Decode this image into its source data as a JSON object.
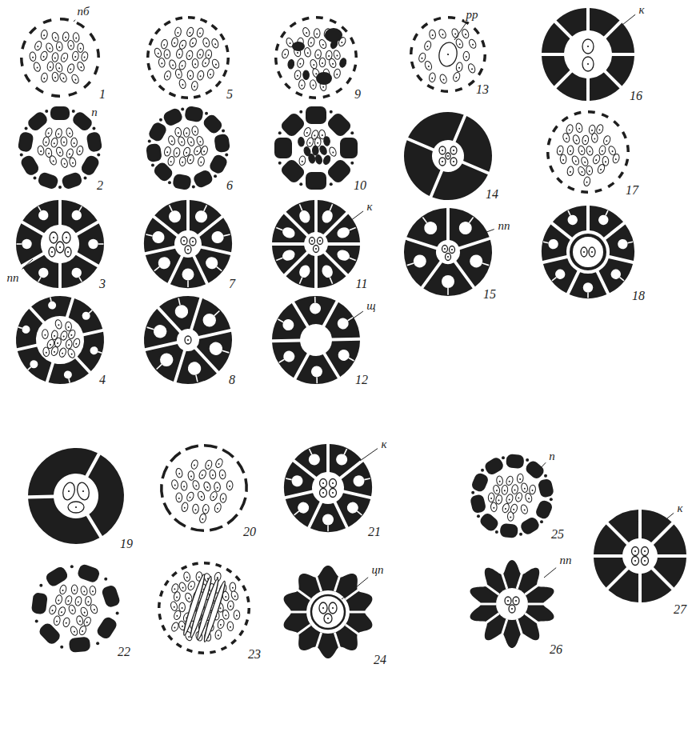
{
  "diagram": {
    "labels": [
      "пб",
      "1",
      "п",
      "2",
      "пп",
      "3",
      "4",
      "5",
      "6",
      "7",
      "8",
      "9",
      "10",
      "к",
      "11",
      "щ",
      "12",
      "рр",
      "13",
      "14",
      "пп",
      "15",
      "к",
      "16",
      "17",
      "18",
      "19",
      "20",
      "к",
      "21",
      "22",
      "23",
      "цп",
      "24",
      "п",
      "25",
      "пп",
      "26",
      "к",
      "27"
    ]
  }
}
